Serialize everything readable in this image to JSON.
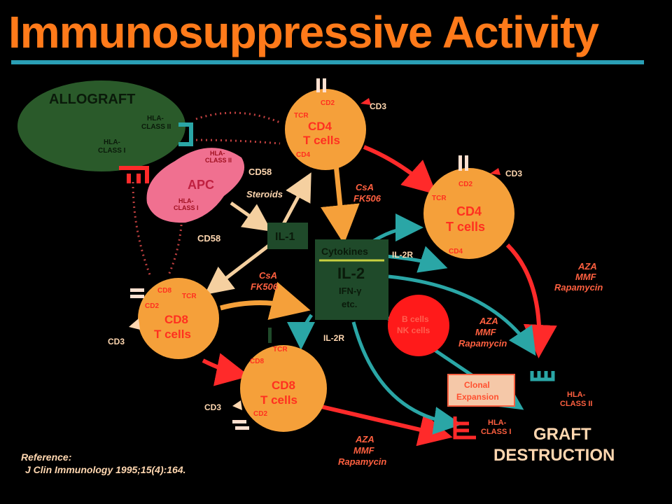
{
  "title": "Immunosuppressive Activity",
  "colors": {
    "title": "#ff7a1a",
    "rule": "#2a9fb5",
    "cell": "#f5a03a",
    "cell_text": "#ff3020",
    "label": "#ffd7b0",
    "drug": "#ff6040",
    "teal": "#2aa6a6",
    "red_arrow": "#ff2a2a",
    "box": "#1f4a2a",
    "apc": "#f07090",
    "allograft": "#2a5a2a"
  },
  "nodes": {
    "allograft": {
      "label": "ALLOGRAFT",
      "hla2": [
        "HLA-",
        "CLASS II"
      ],
      "hla1": [
        "HLA-",
        "CLASS I"
      ]
    },
    "apc": {
      "label": "APC",
      "hla2": [
        "HLA-",
        "CLASS II"
      ],
      "hla1": [
        "HLA-",
        "CLASS I"
      ]
    },
    "cd4_top": {
      "line1": "CD4",
      "line2": "T cells",
      "cd2": "CD2",
      "tcr": "TCR",
      "cd4": "CD4",
      "cd3": "CD3"
    },
    "cd4_right": {
      "line1": "CD4",
      "line2": "T cells",
      "cd2": "CD2",
      "tcr": "TCR",
      "cd4": "CD4",
      "cd3": "CD3"
    },
    "cd8_left": {
      "line1": "CD8",
      "line2": "T cells",
      "cd8": "CD8",
      "tcr": "TCR",
      "cd2": "CD2",
      "cd3": "CD3"
    },
    "cd8_bottom": {
      "line1": "CD8",
      "line2": "T cells",
      "cd8": "CD8",
      "tcr": "TCR",
      "cd2": "CD2",
      "cd3": "CD3"
    },
    "il1": {
      "label": "IL-1"
    },
    "cytokines": {
      "heading": "Cytokines",
      "il2": "IL-2",
      "ifn": "IFN-γ",
      "etc": "etc."
    },
    "bcells": {
      "line1": "B cells",
      "line2": "NK cells"
    },
    "clonal": {
      "line1": "Clonal",
      "line2": "Expansion"
    }
  },
  "labels": {
    "cd58_upper": "CD58",
    "cd58_lower": "CD58",
    "steroids": "Steroids",
    "csa_top": [
      "CsA",
      "FK506"
    ],
    "csa_left": [
      "CsA",
      "FK506"
    ],
    "il2r_right": "IL-2R",
    "il2r_bottom": "IL-2R",
    "drug_right": [
      "AZA",
      "MMF",
      "Rapamycin"
    ],
    "drug_mid": [
      "AZA",
      "MMF",
      "Rapamycin"
    ],
    "drug_bottom": [
      "AZA",
      "MMF",
      "Rapamycin"
    ],
    "hla2_target": [
      "HLA-",
      "CLASS II"
    ],
    "hla1_target": [
      "HLA-",
      "CLASS I"
    ],
    "graft": [
      "GRAFT",
      "DESTRUCTION"
    ]
  },
  "reference": {
    "heading": "Reference:",
    "citation": "J Clin Immunology 1995;15(4):164."
  }
}
